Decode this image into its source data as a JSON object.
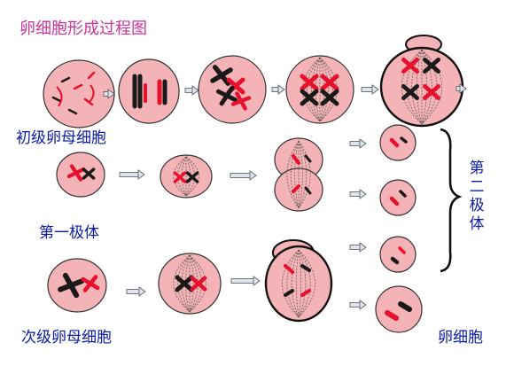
{
  "title": "卵细胞形成过程图",
  "labels": {
    "primary_oocyte": "初级卵母细胞",
    "first_polar_body": "第一极体",
    "secondary_oocyte": "次级卵母细胞",
    "second_polar_body": "第二极体",
    "egg_cell": "卵细胞"
  },
  "colors": {
    "cell_fill": "#f4b3b6",
    "cell_stroke": "#333333",
    "red_chromosome": "#e8112d",
    "black_chromosome": "#1a1a1a",
    "title": "#cc3399",
    "label": "#0a1aa8",
    "arrow": "#555555"
  }
}
